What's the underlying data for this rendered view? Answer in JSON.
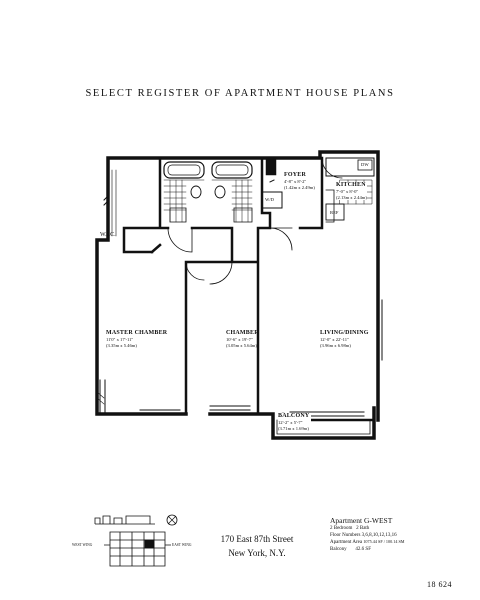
{
  "title": "SELECT REGISTER OF APARTMENT HOUSE PLANS",
  "rooms": {
    "master": {
      "name": "MASTER CHAMBER",
      "dim": "11'0\" x 17'-11\"",
      "metric": "(3.35m x 5.46m)"
    },
    "chamber": {
      "name": "CHAMBER",
      "dim": "10'-6\" x 19'-7\"",
      "metric": "(3.05m x 5.64m)"
    },
    "living": {
      "name": "LIVING/DINING",
      "dim": "12'-0\" x 22'-11\"",
      "metric": "(3.96m x 6.98m)"
    },
    "foyer": {
      "name": "FOYER",
      "dim": "4'-8\" x 8'-2\"",
      "metric": "(1.42m x 2.49m)"
    },
    "kitchen": {
      "name": "KITCHEN",
      "dim": "7'-0\" x 8'-0\"",
      "metric": "(2.13m x 2.44m)"
    },
    "balcony": {
      "name": "BALCONY",
      "dim": "12'-2\" x 5'-7\"",
      "metric": "(3.71m x 1.69m)"
    },
    "wic": "W.I.C.",
    "wd": "W/D",
    "ref": "REF",
    "dw": "DW"
  },
  "address": {
    "line1": "170 East 87th Street",
    "line2": "New York, N.Y."
  },
  "apartment": {
    "label": "Apartment G-WEST",
    "bedrooms": "2 Bedroom",
    "bath": "2 Bath",
    "floors": "Floor Numbers 3,6,8,10,12,13,16",
    "area_label": "Apartment Area",
    "area_values": "1075.44 SF / 100.14 SM",
    "balcony_label": "Balcony",
    "balcony_value": "42.6 SF"
  },
  "keyplan": {
    "west": "WEST WING",
    "east": "EAST WING"
  },
  "page_id": "18 624"
}
